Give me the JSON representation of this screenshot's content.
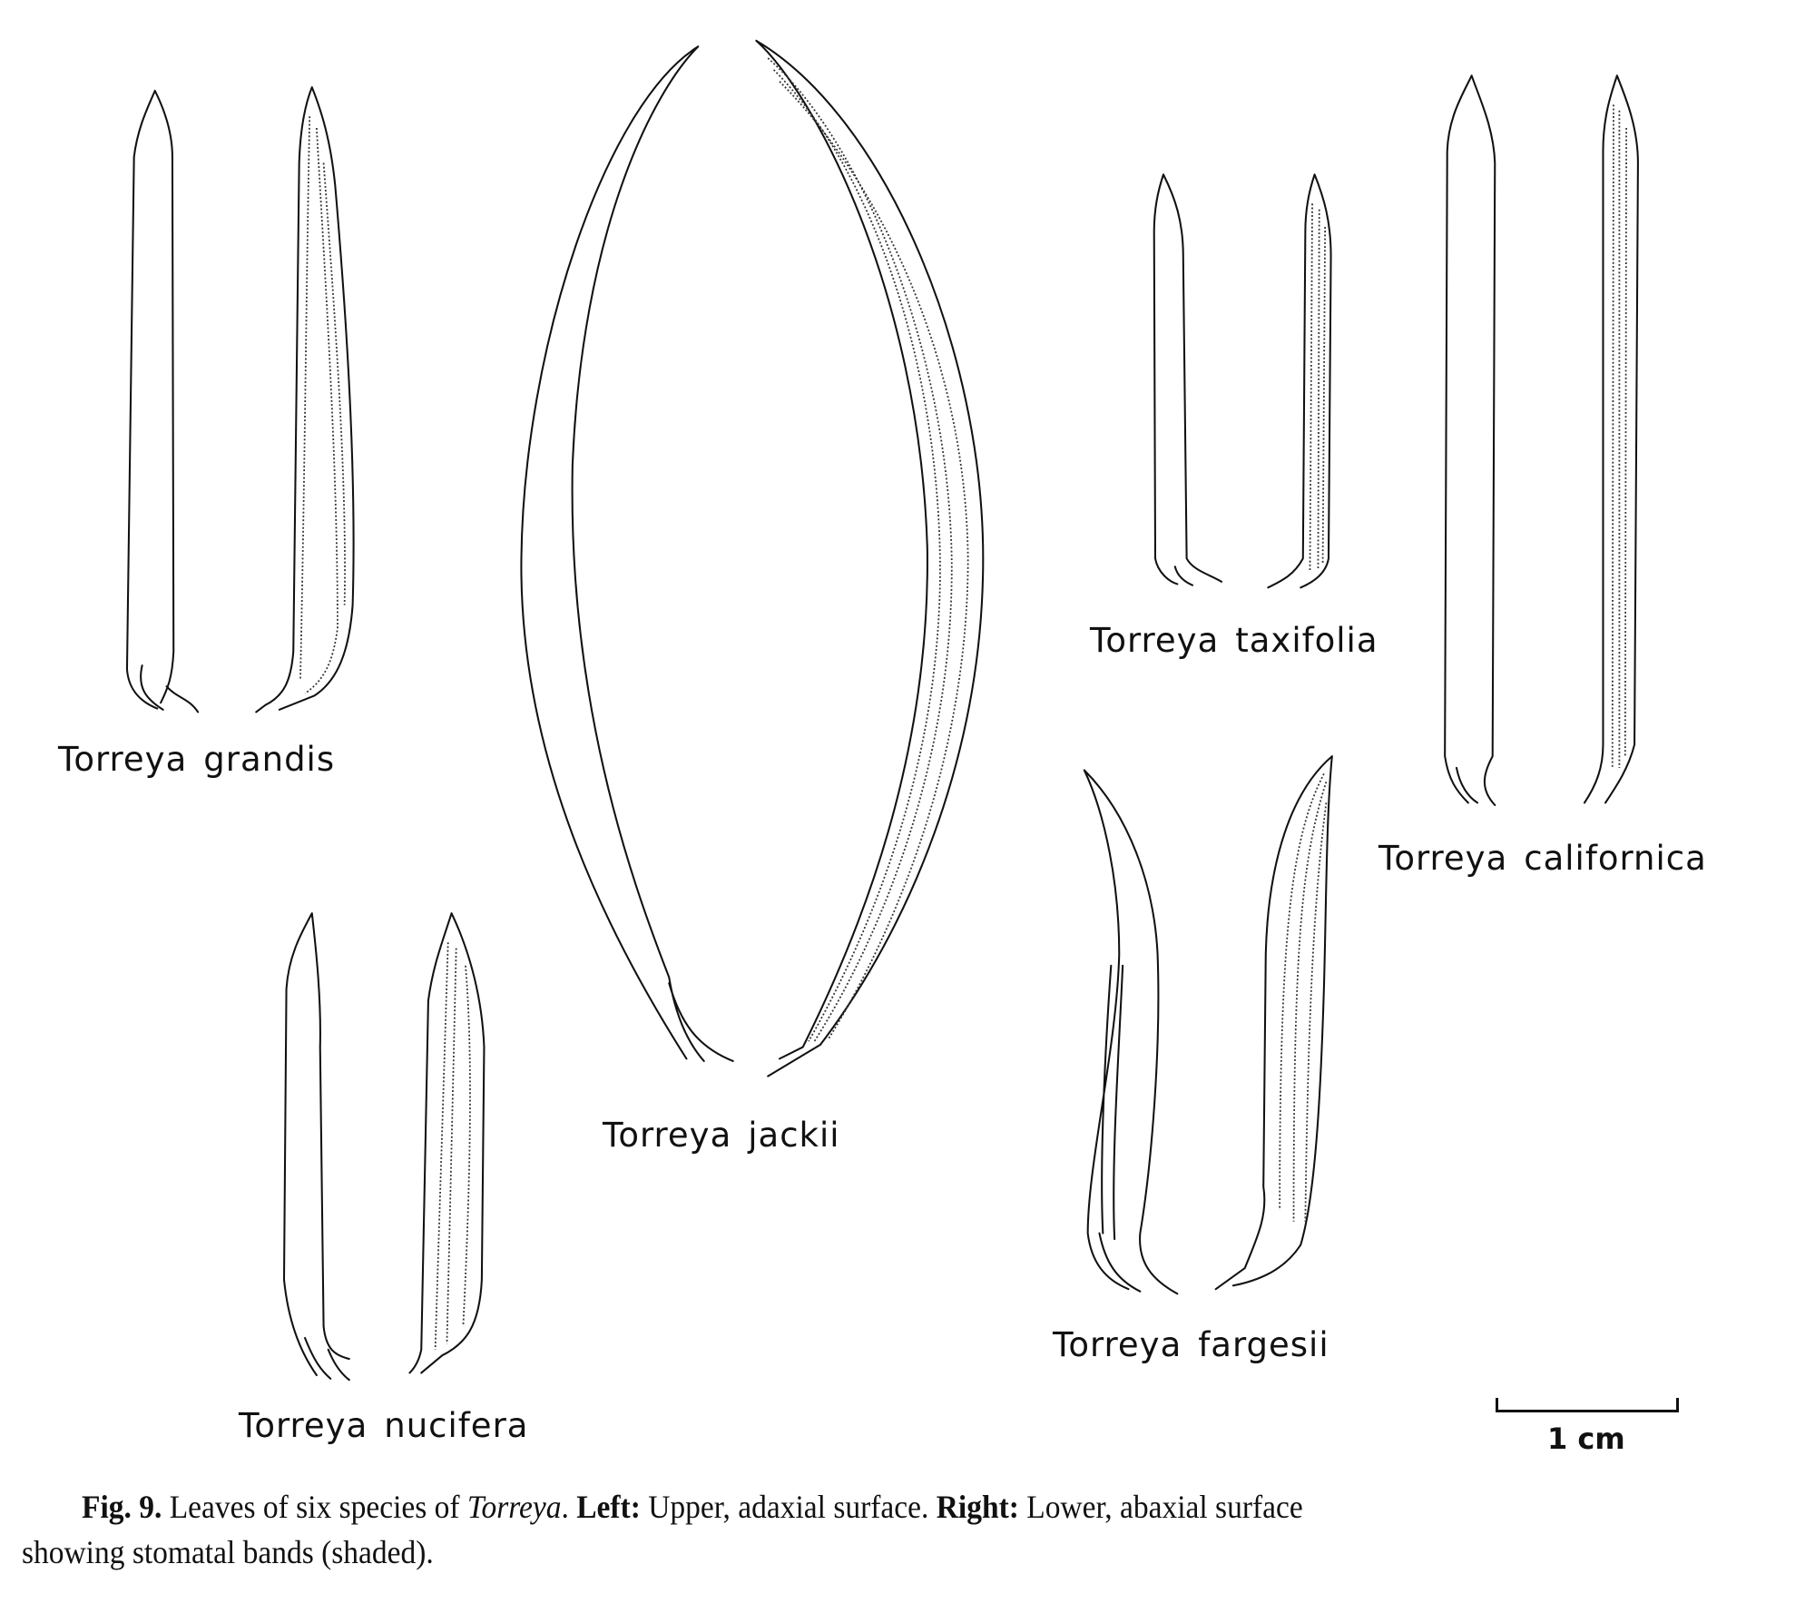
{
  "figure": {
    "species_labels": [
      {
        "genus": "Torreya",
        "species": "grandis"
      },
      {
        "genus": "Torreya",
        "species": "jackii"
      },
      {
        "genus": "Torreya",
        "species": "taxifolia"
      },
      {
        "genus": "Torreya",
        "species": "californica"
      },
      {
        "genus": "Torreya",
        "species": "fargesii"
      },
      {
        "genus": "Torreya",
        "species": "nucifera"
      }
    ],
    "scale_bar": {
      "label": "1 cm"
    }
  },
  "caption": {
    "fig_number": "Fig. 9.",
    "text1": " Leaves of six species of ",
    "genus": "Torreya",
    "text2": ". ",
    "left_label": "Left:",
    "left_text": " Upper, adaxial surface. ",
    "right_label": "Right:",
    "right_text": " Lower, abaxial surface",
    "line2": "showing stomatal bands (shaded)."
  }
}
